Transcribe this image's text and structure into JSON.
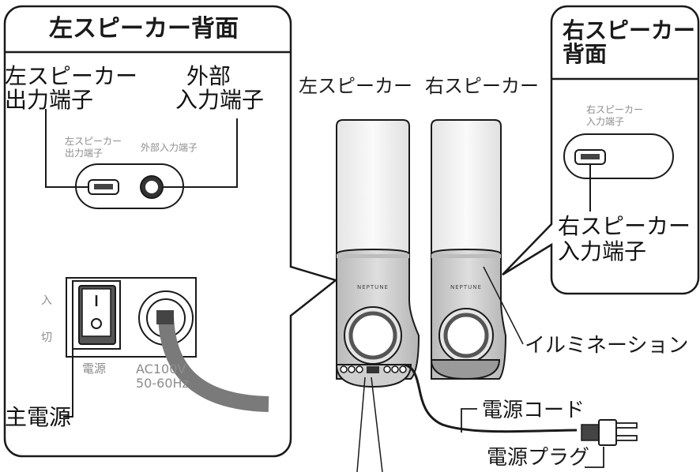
{
  "left_panel": {
    "title": "左スピーカー背面",
    "left_output_label": [
      "左スピーカー",
      "出力端子"
    ],
    "external_input_label": [
      "外部",
      "入力端子"
    ],
    "port_small_left": [
      "左スピーカー",
      "出力端子"
    ],
    "port_small_external": "外部入力端子",
    "switch_on": "入",
    "switch_off": "切",
    "power_small": "電源",
    "ac_rating": [
      "AC100V",
      "50-60Hz"
    ],
    "main_power_label": "主電源"
  },
  "right_panel": {
    "title": [
      "右スピーカー",
      "背面"
    ],
    "port_small_right": [
      "右スピーカー",
      "入力端子"
    ],
    "right_input_label": [
      "右スピーカー",
      "入力端子"
    ]
  },
  "speakers": {
    "left_label": "左スピーカー",
    "right_label": "右スピーカー",
    "brand": "NEPTUNE"
  },
  "callouts": {
    "illumination": "イルミネーション",
    "power_cord": "電源コード",
    "power_plug": "電源プラグ"
  },
  "colors": {
    "outline": "#1a1a1a",
    "cable": "#7a7a7a",
    "speaker_body": "#d0d0d0",
    "small_text": "#8c8c8c"
  }
}
